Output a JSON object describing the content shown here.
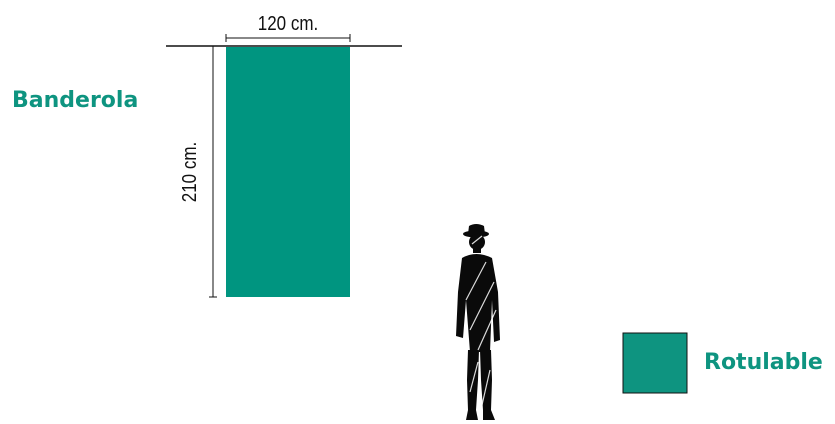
{
  "title": "Banderola",
  "dimensions": {
    "width_label": "120 cm.",
    "height_label": "210 cm."
  },
  "legend": {
    "label": "Rotulable"
  },
  "colors": {
    "panel_fill": "#009580",
    "legend_fill": "#0e9480",
    "label_text": "#0e9480",
    "line": "#111111",
    "silhouette": "#0a0a0a"
  },
  "icons": {
    "human_scale": "person-silhouette-icon"
  }
}
